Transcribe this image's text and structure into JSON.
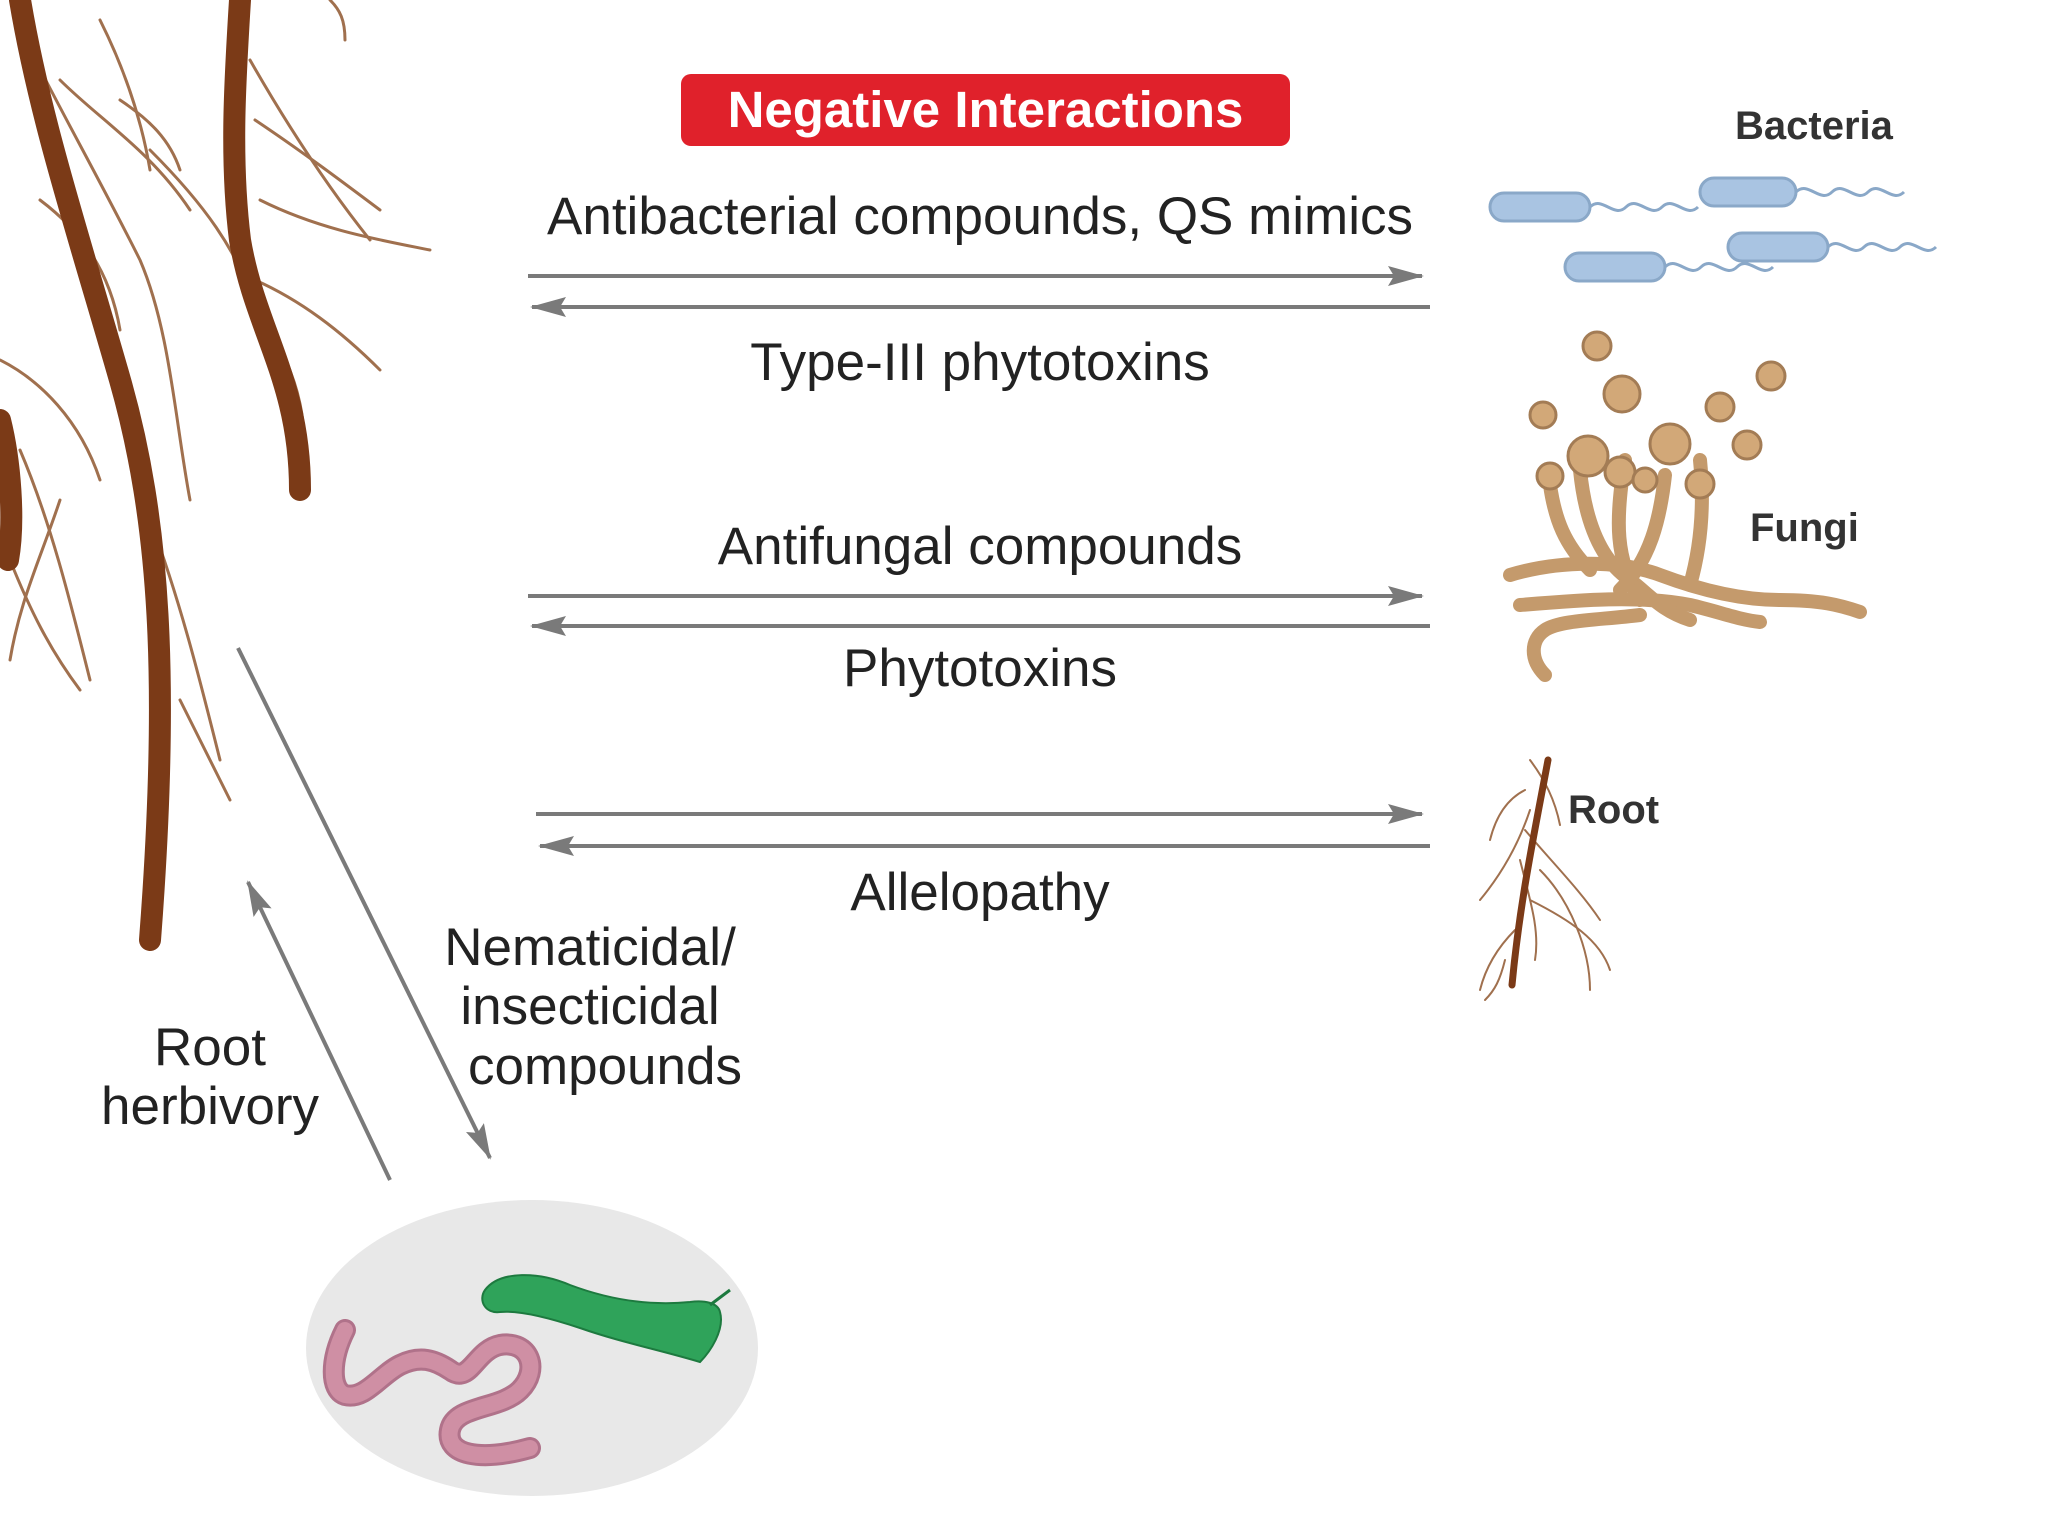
{
  "title": "Negative Interactions",
  "organisms": {
    "bacteria": "Bacteria",
    "fungi": "Fungi",
    "root": "Root"
  },
  "interactions": {
    "bacteria_to": "Antibacterial compounds, QS mimics",
    "bacteria_from": "Type-III phytotoxins",
    "fungi_to": "Antifungal compounds",
    "fungi_from": "Phytotoxins",
    "root": "Allelopathy",
    "pest_to_lines": [
      "Nematicidal/",
      "insecticidal",
      "compounds"
    ],
    "pest_from_lines": [
      "Root",
      "herbivory"
    ]
  },
  "colors": {
    "badge": "#e0212b",
    "arrow": "#7a7a7a",
    "root_main": "#7b3a17",
    "root_fine": "#a0704e",
    "bacteria": "#a9c4e2",
    "fungi": "#d2a878",
    "caterpillar": "#2fa35a",
    "worm": "#cf8fa4",
    "pest_bg": "#e8e8e8"
  }
}
